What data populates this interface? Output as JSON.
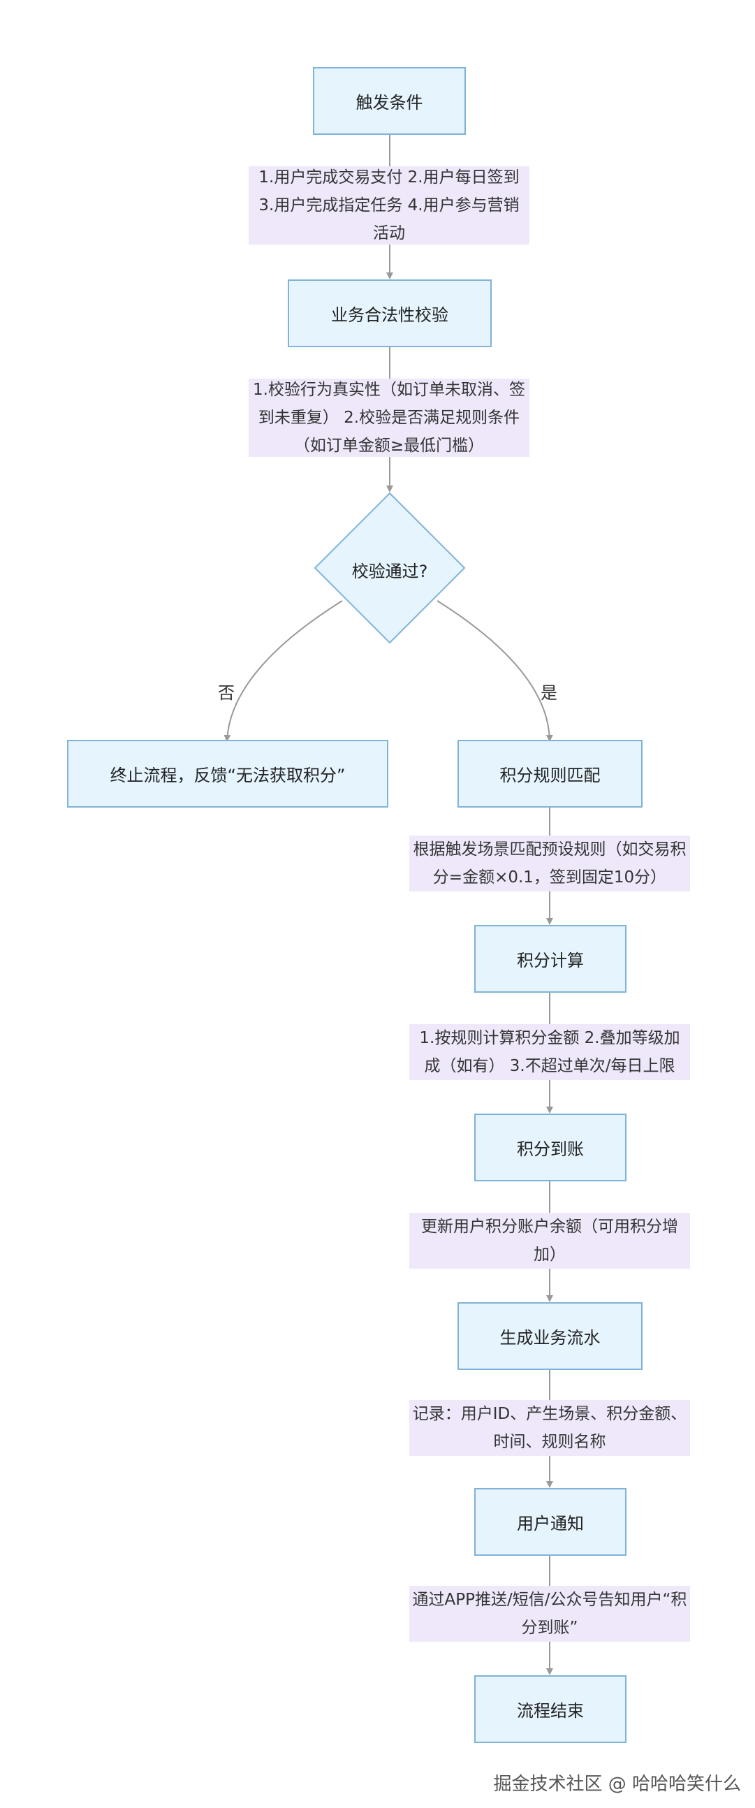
{
  "nodes": {
    "trigger": "触发条件",
    "legality": "业务合法性校验",
    "decision": "校验通过?",
    "stop": "终止流程，反馈“无法获取积分”",
    "match": "积分规则匹配",
    "calc": "积分计算",
    "credit": "积分到账",
    "ledger": "生成业务流水",
    "notify": "用户通知",
    "end": "流程结束"
  },
  "edges": {
    "e1": "1.用户完成交易支付 2.用户每日签到 3.用户完成指定任务 4.用户参与营销活动",
    "e2": "1.校验行为真实性（如订单未取消、签到未重复） 2.校验是否满足规则条件（如订单金额≥最低门槛）",
    "no": "否",
    "yes": "是",
    "e3": "根据触发场景匹配预设规则（如交易积分=金额×0.1，签到固定10分）",
    "e4": "1.按规则计算积分金额 2.叠加等级加成（如有） 3.不超过单次/每日上限",
    "e5": "更新用户积分账户余额（可用积分增加）",
    "e6": "记录：用户ID、产生场景、积分金额、时间、规则名称",
    "e7": "通过APP推送/短信/公众号告知用户“积分到账”"
  },
  "watermark": "掘金技术社区 @ 哈哈哈笑什么",
  "colors": {
    "node_fill": "#e5f4fd",
    "node_border": "#7fb3d8",
    "label_fill": "#efe8fb",
    "line": "#999999"
  }
}
